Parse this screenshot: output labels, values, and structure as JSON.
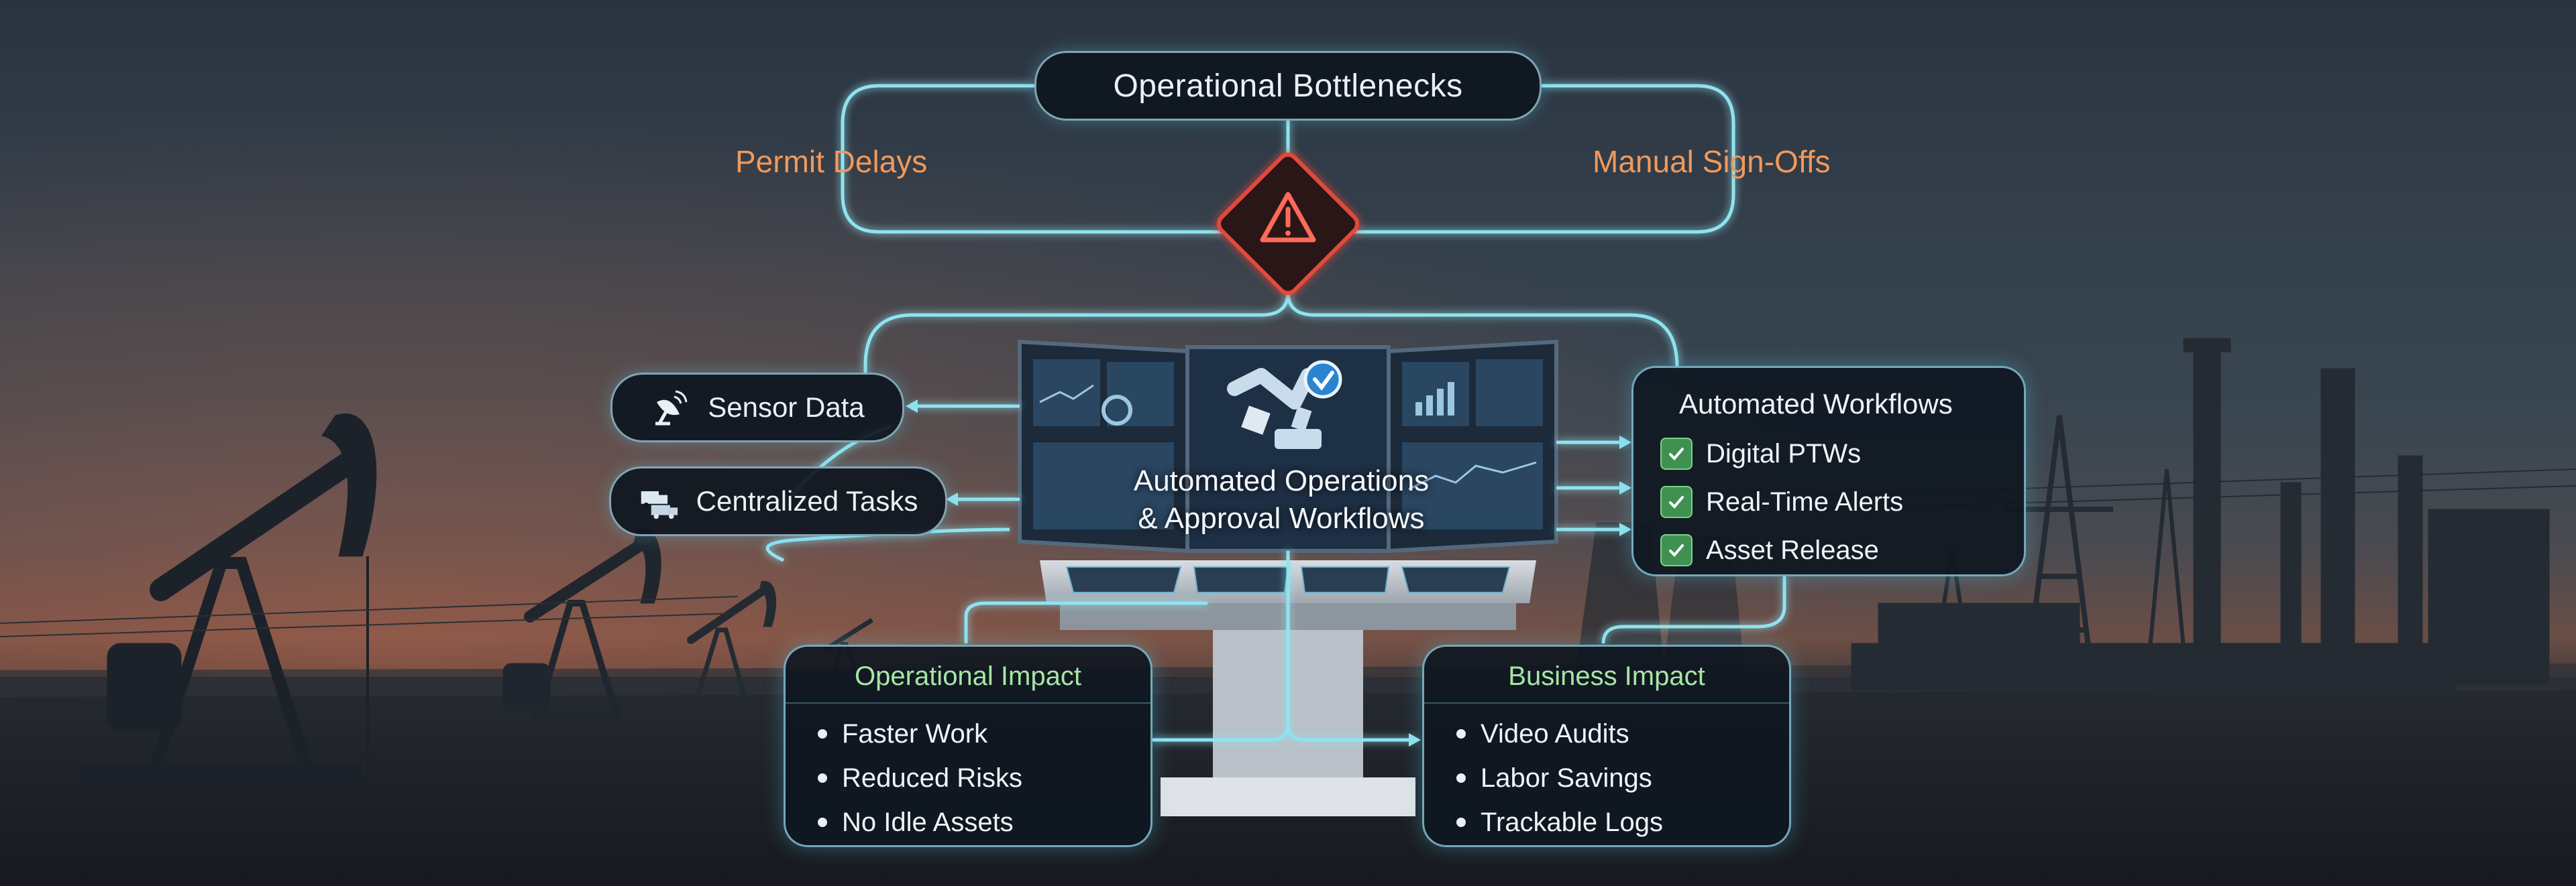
{
  "title": "Operational Bottlenecks",
  "bottlenecks": {
    "left": "Permit Delays",
    "right": "Manual Sign-Offs",
    "center_icon": "warning-icon"
  },
  "inputs": [
    {
      "label": "Sensor Data",
      "icon": "satellite-dish-icon"
    },
    {
      "label": "Centralized Tasks",
      "icon": "trucks-icon"
    }
  ],
  "hub": {
    "line1": "Automated Operations",
    "line2": "& Approval Workflows",
    "icon": "robot-arm-check-icon"
  },
  "workflows": {
    "title": "Automated Workflows",
    "items": [
      "Digital PTWs",
      "Real-Time Alerts",
      "Asset Release"
    ],
    "check_color": "#3f9152"
  },
  "operational_impact": {
    "title": "Operational Impact",
    "items": [
      "Faster Work",
      "Reduced Risks",
      "No Idle Assets"
    ]
  },
  "business_impact": {
    "title": "Business Impact",
    "items": [
      "Video Audits",
      "Labor Savings",
      "Trackable Logs"
    ]
  },
  "colors": {
    "connector": "#8fe3ef",
    "warning": "#e2483c",
    "bottleneck_text": "#f2985a",
    "impact_title": "#a6e6a4"
  }
}
